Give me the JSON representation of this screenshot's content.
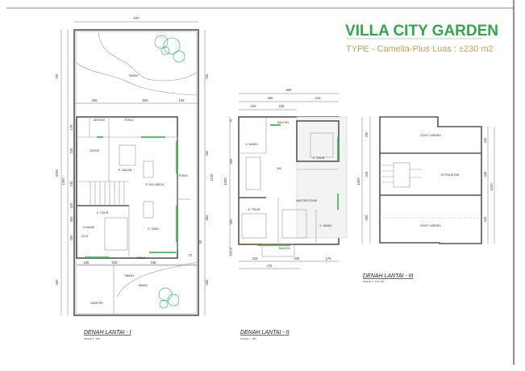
{
  "header": {
    "title": "VILLA CITY GARDEN",
    "subtitle": "TYPE - Camelia-Plus  Luas : ±230 m2"
  },
  "colors": {
    "brand": "#2ea84a",
    "subtitle": "#c9a15a",
    "window": "#3dbb5a"
  },
  "floor1": {
    "title": "DENAH LANTAI - I",
    "scale": "SCALE 1 : 200",
    "dims": {
      "width": "947",
      "top": "300",
      "mid": "500",
      "right": "108",
      "front_yard": "700",
      "total": "2038",
      "house": "1060",
      "back": "660",
      "b1": "180",
      "b2": "200",
      "b3": "348",
      "side": "47",
      "d1": "178",
      "d2": "450",
      "d3": "245",
      "d4": "240",
      "d5": "160",
      "d6": "355",
      "d7": "205",
      "d8": "1100",
      "d9": "365",
      "d10": "50"
    },
    "rooms": {
      "taman_top": "TAMAN",
      "service": "SERVICE",
      "teras_back": "TERAS",
      "dapur": "DAPUR",
      "r_makan": "R. MAKAN",
      "r_keluarga": "R. KELUARGA",
      "teras_side": "TERAS",
      "k_tidur": "K. TIDUR",
      "k_mandi": "K.MANDI",
      "r_tamu": "R. TAMU",
      "teras_front": "TERAS",
      "taman_front": "TAMAN",
      "taman2": "TAMAN",
      "carport": "CARPORT",
      "stair": "117.5"
    }
  },
  "floor2": {
    "title": "DENAH LANTAI - II",
    "scale": "SCALE 1 : 200",
    "dims": {
      "width": "900",
      "w1": "460",
      "w2": "240",
      "w3": "220",
      "w4": "235",
      "h1": "75",
      "h2": "560",
      "h3": "1000",
      "h4": "365",
      "h5": "122.5",
      "b1": "315",
      "b2": "330",
      "b3": "175",
      "b4": "475",
      "mid": "260"
    },
    "rooms": {
      "balkon_top": "BALKON",
      "k_mandi": "K. MANDI",
      "k_tidur1": "K. TIDUR",
      "k_tidur2": "K. TIDUR",
      "master": "MASTER ROOM",
      "k_mandi2": "K. MANDI",
      "balkon": "BALKON"
    }
  },
  "floor3": {
    "title": "DENAH LANTAI - III",
    "scale": "SCALE 1 : 100 (A3)",
    "dims": {
      "h1": "290",
      "h2": "345",
      "h3": "1500",
      "h4": "360",
      "r1": "220",
      "r2": "345",
      "r3": "1000",
      "r4": "425"
    },
    "rooms": {
      "roof_top": "ROOF GARDEN",
      "extra": "EXTRA ROOM",
      "roof_bottom": "ROOF GARDEN"
    }
  }
}
